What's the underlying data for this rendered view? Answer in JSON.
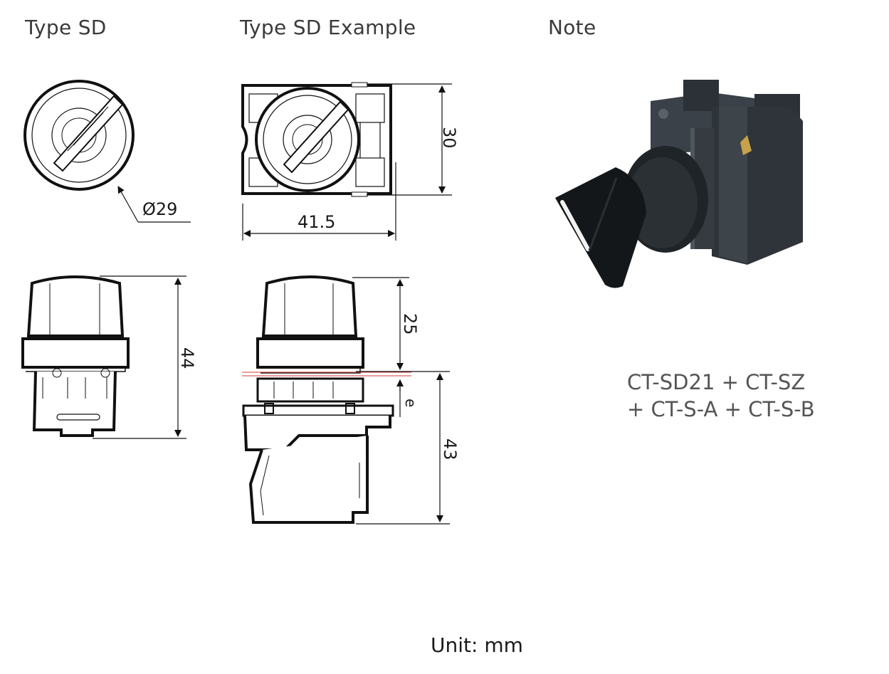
{
  "headings": {
    "type_sd": "Type SD",
    "type_sd_example": "Type SD Example",
    "note": "Note"
  },
  "dimensions": {
    "diameter": "Ø29",
    "width": "41.5",
    "height_top_view": "30",
    "height_side": "44",
    "operator_height": "25",
    "block_height": "43",
    "offset": "e"
  },
  "note": {
    "line1": "CT-SD21 + CT-SZ",
    "line2": "+ CT-S-A + CT-S-B"
  },
  "unit": "Unit: mm"
}
